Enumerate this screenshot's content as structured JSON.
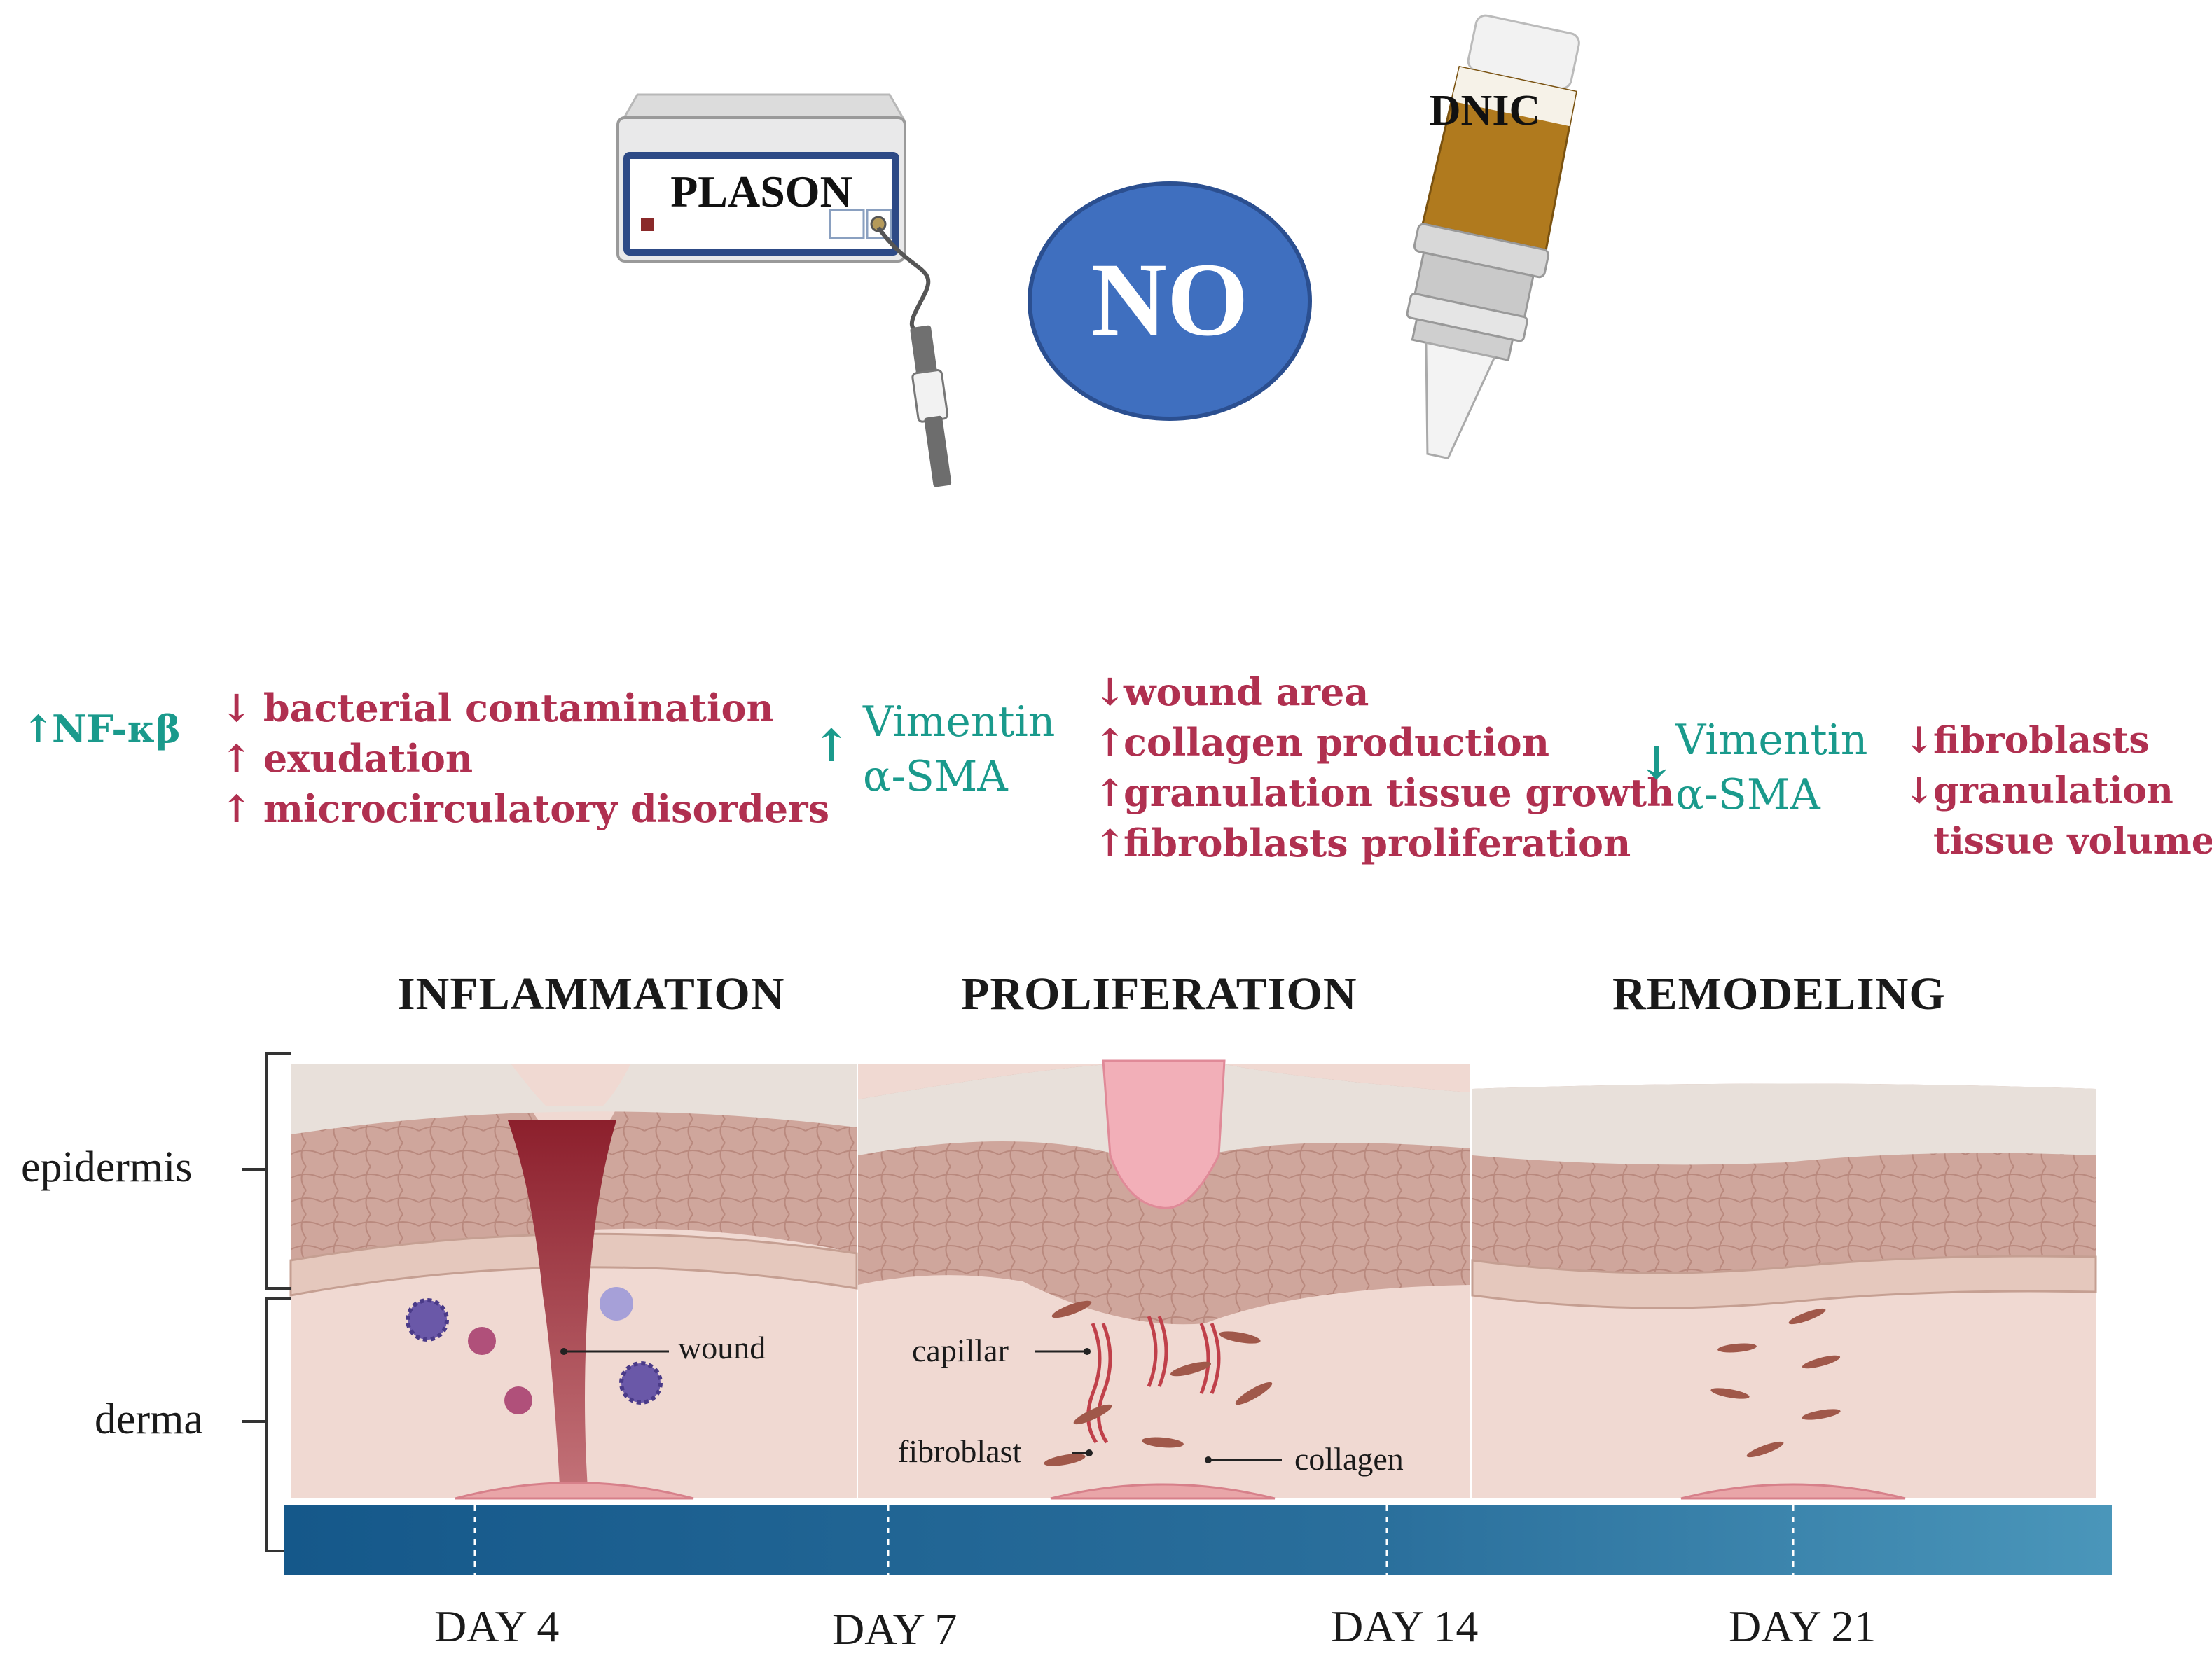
{
  "devices": {
    "plason_label": "PLASON",
    "no_label": "NO",
    "dnic_label": "DNIC"
  },
  "effects": {
    "inflammation_marker": {
      "arrow": "↑",
      "text": "NF-κβ"
    },
    "inflammation_list": [
      {
        "arrow": "↓",
        "text": "bacterial contamination"
      },
      {
        "arrow": "↑",
        "text": "exudation"
      },
      {
        "arrow": "↑",
        "text": "microcirculatory disorders"
      }
    ],
    "proliferation_marker": {
      "arrow": "↑",
      "line1": "Vimentin",
      "line2": "α-SMA"
    },
    "proliferation_list": [
      {
        "arrow": "↓",
        "text": "wound area"
      },
      {
        "arrow": "↑",
        "text": "collagen production"
      },
      {
        "arrow": "↑",
        "text": "granulation tissue growth"
      },
      {
        "arrow": "↑",
        "text": "fibroblasts proliferation"
      }
    ],
    "remodeling_marker": {
      "arrow": "↓",
      "line1": "Vimentin",
      "line2": "α-SMA"
    },
    "remodeling_list": [
      {
        "arrow": "↓",
        "text": "fibroblasts"
      },
      {
        "arrow": "↓",
        "text": "granulation"
      },
      {
        "arrow": "",
        "text": "tissue volume"
      }
    ]
  },
  "phases": [
    "INFLAMMATION",
    "PROLIFERATION",
    "REMODELING"
  ],
  "layers": {
    "epidermis": "epidermis",
    "derma": "derma"
  },
  "callouts": {
    "wound": "wound",
    "capillar": "capillar",
    "fibroblast": "fibroblast",
    "collagen": "collagen"
  },
  "days": [
    "DAY 4",
    "DAY 7",
    "DAY 14",
    "DAY 21"
  ],
  "colors": {
    "teal": "#1a9a8c",
    "red": "#b03050",
    "no_circle": "#3f6fbf",
    "divider": "#7fe8d0",
    "timeline": "#1f5f8f"
  }
}
